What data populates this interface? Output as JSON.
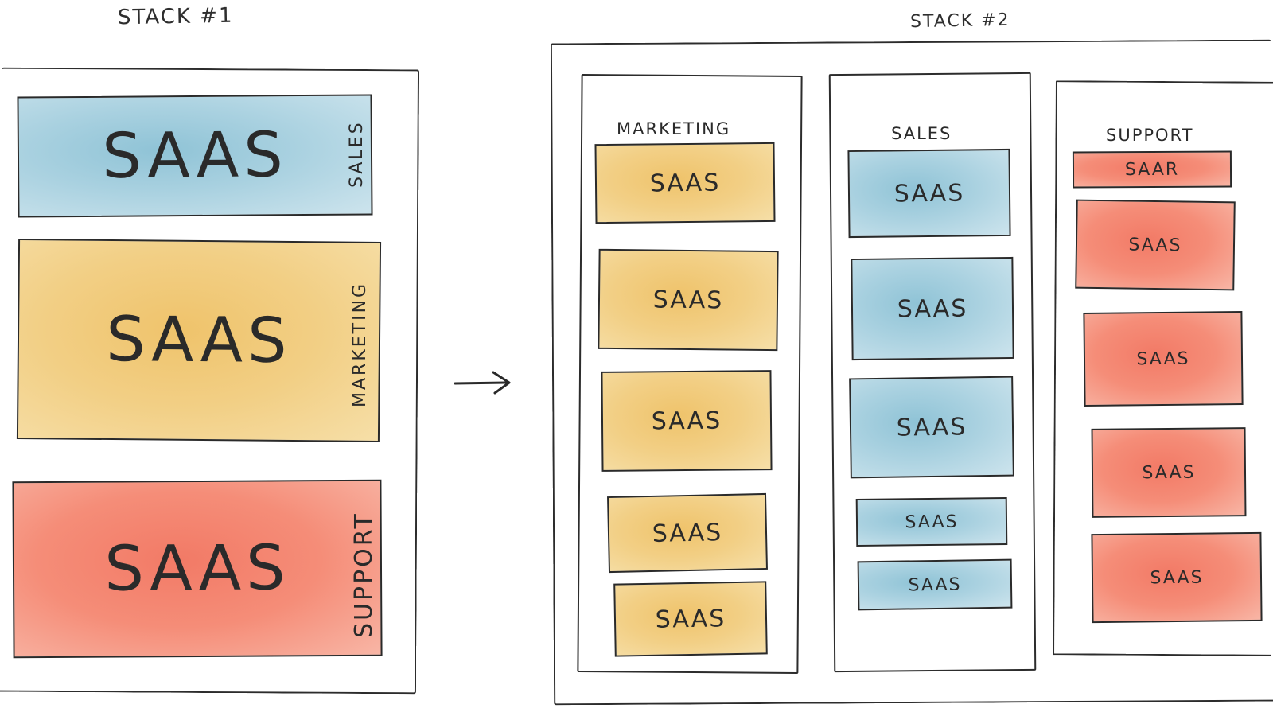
{
  "stack1": {
    "title": "STACK #1",
    "blocks": [
      {
        "label": "SAAS",
        "side_label": "SALES",
        "color": "#a9d1e0"
      },
      {
        "label": "SAAS",
        "side_label": "MARKETING",
        "color": "#f2cf85"
      },
      {
        "label": "SAAS",
        "side_label": "SUPPORT",
        "color": "#f58d78"
      }
    ]
  },
  "stack2": {
    "title": "STACK #2",
    "columns": [
      {
        "heading": "MARKETING",
        "color": "#f2cf85",
        "blocks": [
          "SAAS",
          "SAAS",
          "SAAS",
          "SAAS",
          "SAAS"
        ]
      },
      {
        "heading": "SALES",
        "color": "#a9d1e0",
        "blocks": [
          "SAAS",
          "SAAS",
          "SAAS",
          "SAAS",
          "SAAS"
        ]
      },
      {
        "heading": "SUPPORT",
        "color": "#f58d78",
        "blocks": [
          "SAAR",
          "SAAS",
          "SAAS",
          "SAAS",
          "SAAS"
        ]
      }
    ]
  },
  "arrow_icon": "right-arrow-icon"
}
